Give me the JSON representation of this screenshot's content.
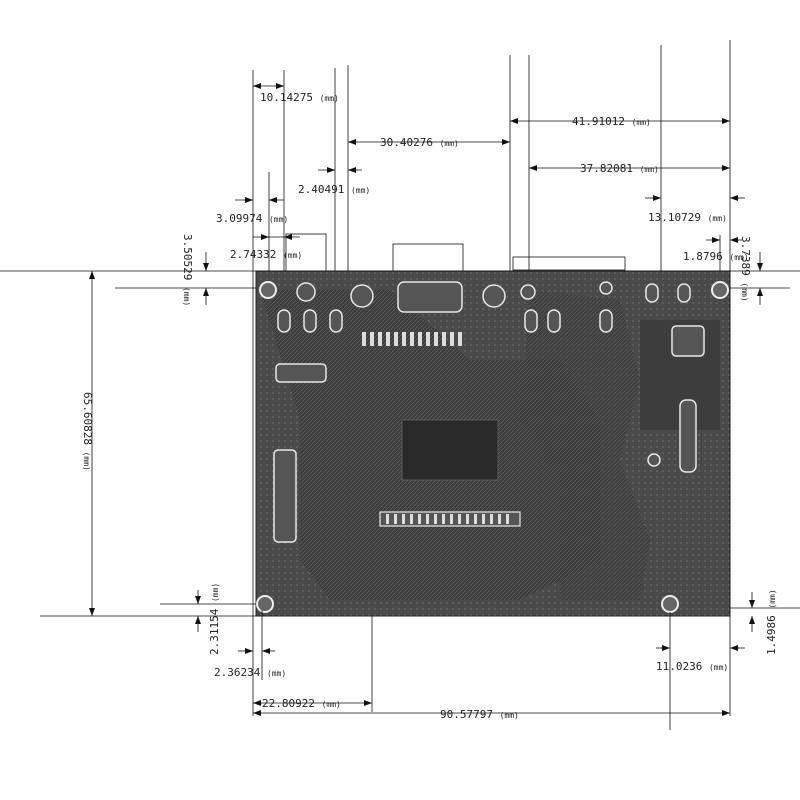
{
  "dimensions": {
    "d1": {
      "value": "10.14275",
      "unit": "(mm)"
    },
    "d2": {
      "value": "30.40276",
      "unit": "(mm)"
    },
    "d3": {
      "value": "41.91012",
      "unit": "(mm)"
    },
    "d4": {
      "value": "37.82081",
      "unit": "(mm)"
    },
    "d5": {
      "value": "2.40491",
      "unit": "(mm)"
    },
    "d6": {
      "value": "3.09974",
      "unit": "(mm)"
    },
    "d7": {
      "value": "2.74332",
      "unit": "(mm)"
    },
    "d8": {
      "value": "13.10729",
      "unit": "(mm)"
    },
    "d9": {
      "value": "1.8796",
      "unit": "(mm)"
    },
    "d10": {
      "value": "3.7389",
      "unit": "(mm)"
    },
    "d11": {
      "value": "3.50529",
      "unit": "(mm)"
    },
    "d12": {
      "value": "65.60828",
      "unit": "(mm)"
    },
    "d13": {
      "value": "2.31154",
      "unit": "(mm)"
    },
    "d14": {
      "value": "2.36234",
      "unit": "(mm)"
    },
    "d15": {
      "value": "22.80922",
      "unit": "(mm)"
    },
    "d16": {
      "value": "90.57797",
      "unit": "(mm)"
    },
    "d17": {
      "value": "11.0236",
      "unit": "(mm)"
    },
    "d18": {
      "value": "1.4986",
      "unit": "(mm)"
    }
  },
  "colors": {
    "board": "#4a4a4a",
    "board_dark": "#2e2e2e",
    "trace": "#6a6a6a",
    "pad": "#e8e8e8",
    "line": "#111111"
  }
}
